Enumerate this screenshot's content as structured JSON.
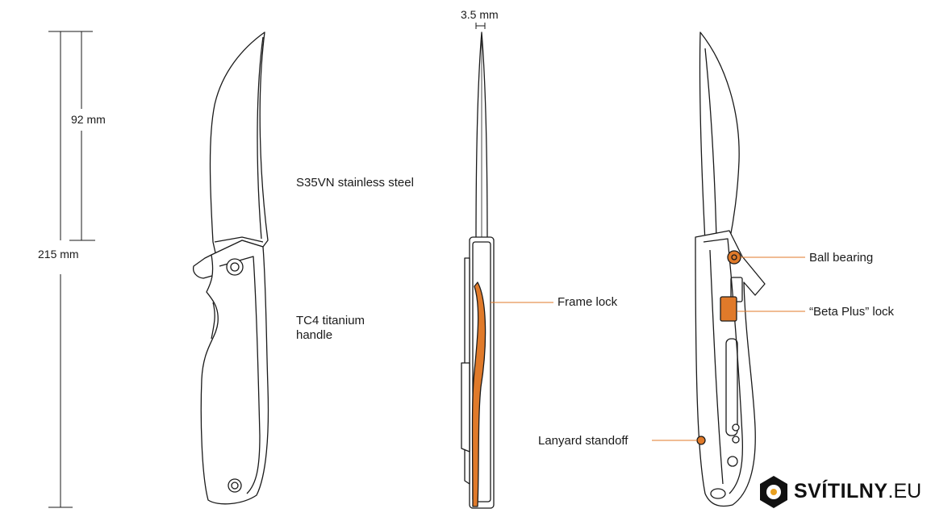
{
  "dimensions": {
    "overall_length": "215 mm",
    "blade_length": "92 mm",
    "blade_thickness": "3.5 mm"
  },
  "callouts": {
    "blade_steel": "S35VN stainless steel",
    "handle_material": "TC4 titanium handle",
    "frame_lock": "Frame lock",
    "ball_bearing": "Ball bearing",
    "beta_plus_lock": "“Beta Plus” lock",
    "lanyard_standoff": "Lanyard standoff"
  },
  "brand": {
    "name": "SVÍTILNY",
    "tld": ".EU"
  },
  "colors": {
    "outline": "#1a1a1a",
    "accent_orange": "#e07a2a",
    "background": "#ffffff"
  }
}
